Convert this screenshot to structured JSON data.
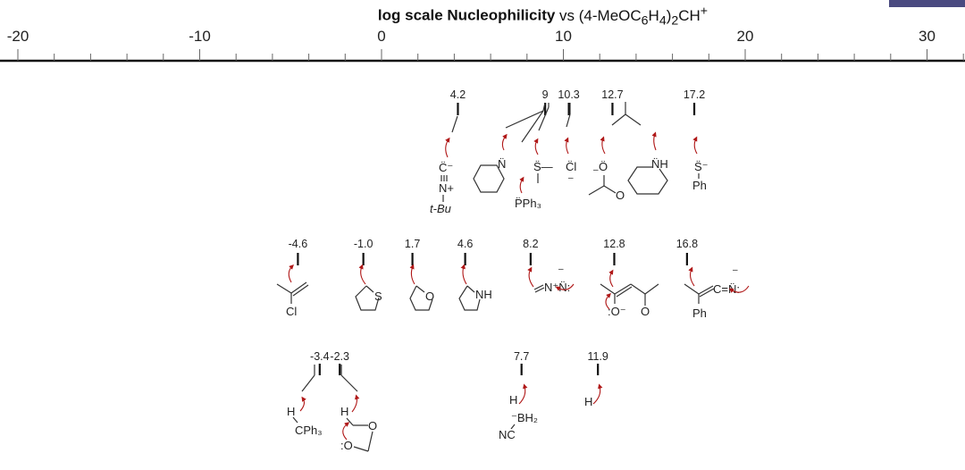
{
  "title": {
    "bold": "log scale Nucleophilicity",
    "rest": " vs (4-MeOC",
    "sub1": "6",
    "mid": "H",
    "sub2": "4",
    "end": ")",
    "sub3": "2",
    "tail": "CH",
    "sup": "+"
  },
  "axis": {
    "min": -20,
    "max": 32,
    "major_step": 10,
    "minor_step": 2,
    "major_labels": [
      "-20",
      "-10",
      "0",
      "10",
      "20",
      "30"
    ]
  },
  "row1": [
    {
      "value": 4.2,
      "label": "4.2"
    },
    {
      "value": 9,
      "label": "9"
    },
    {
      "value": 10.3,
      "label": "10.3"
    },
    {
      "value": 12.7,
      "label": "12.7"
    },
    {
      "value": 17.2,
      "label": "17.2"
    }
  ],
  "row2": [
    {
      "value": -4.6,
      "label": "-4.6"
    },
    {
      "value": -1.0,
      "label": "-1.0"
    },
    {
      "value": 1.7,
      "label": "1.7"
    },
    {
      "value": 4.6,
      "label": "4.6"
    },
    {
      "value": 8.2,
      "label": "8.2"
    },
    {
      "value": 12.8,
      "label": "12.8"
    },
    {
      "value": 16.8,
      "label": "16.8"
    }
  ],
  "row3": [
    {
      "value": -3.4,
      "label": "-3.4"
    },
    {
      "value": -2.3,
      "label": "-2.3"
    },
    {
      "value": 7.7,
      "label": "7.7"
    },
    {
      "value": 11.9,
      "label": "11.9"
    }
  ],
  "atoms": {
    "isocyanide_c": "C̈⁻",
    "isocyanide_n": "N+",
    "tbu": "t-Bu",
    "pyridine_n": "N̈",
    "pph3": "P̈Ph₃",
    "sme2": "S̈—",
    "chloride": "C̈l",
    "chloride_charge": "–",
    "acetate_o": "Ö",
    "acetate_charge": "–",
    "acetate_carbonyl": "O",
    "piperidine_nh": "N̈H",
    "thiolate": "S̈⁻",
    "thiolate_ph": "Ph",
    "vinyl_cl": "Cl",
    "thiophene_s": "S",
    "furan_o": "O",
    "pyrrole_nh": "NH",
    "diazo": "N⁺N̈:",
    "diazo_charge": "–",
    "enolate_o": ":O⁻",
    "enolate_carbonyl": "O",
    "ketenimine_n": "C=N̈:",
    "ketenimine_charge": "–",
    "ketenimine_ph": "Ph",
    "trityl_h": "H",
    "trityl_c": "CPh₃",
    "dioxolane_h": "H",
    "dioxolane_o1": "O",
    "dioxolane_o2": ":O",
    "borohydride_h": "H",
    "borohydride_b": "⁻BH₂",
    "borohydride_nc": "NC",
    "hydride_h": "H"
  },
  "colors": {
    "arrow": "#b01818",
    "axis": "#111111"
  }
}
